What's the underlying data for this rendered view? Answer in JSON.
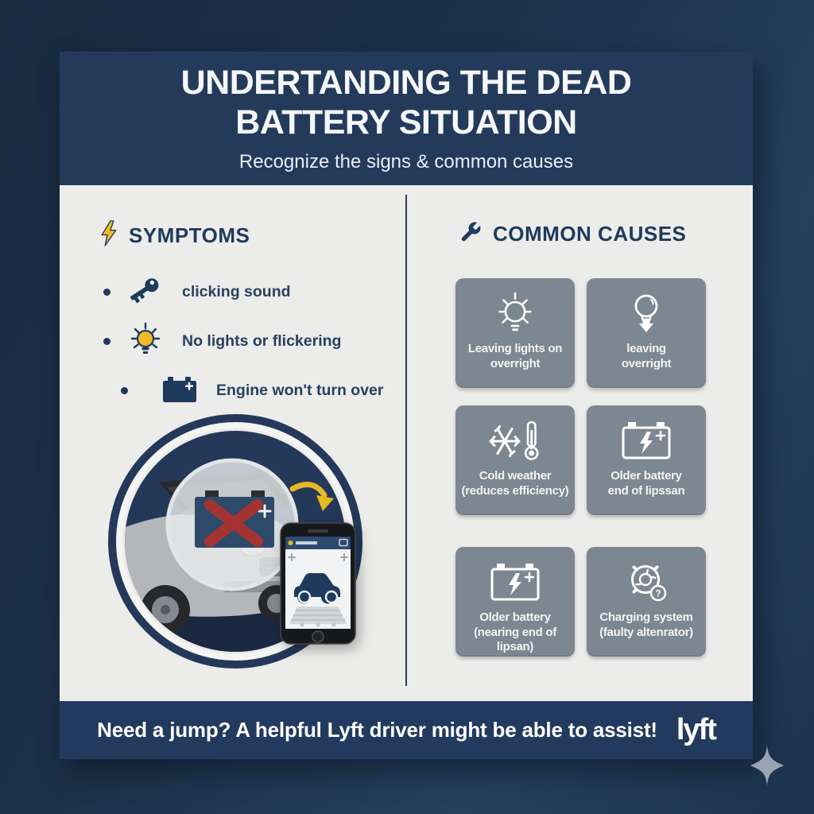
{
  "header": {
    "title_line1": "UNDERTANDING THE DEAD",
    "title_line2": "BATTERY SITUATION",
    "subtitle": "Recognize the signs & common causes"
  },
  "symptoms": {
    "heading": "SYMPTOMS",
    "heading_icon": "lightning-bolt-icon",
    "items": [
      {
        "icon": "car-key-icon",
        "label": "clicking sound"
      },
      {
        "icon": "lightbulb-icon",
        "label": "No lights or flickering"
      },
      {
        "icon": "car-battery-icon",
        "label": "Engine won't turn over"
      }
    ]
  },
  "causes": {
    "heading": "COMMON CAUSES",
    "heading_icon": "wrench-icon",
    "cards": [
      {
        "icon": "lightbulb-rays-icon",
        "label": "Leaving lights on\noverright"
      },
      {
        "icon": "lightbulb-off-icon",
        "label": "leaving\noverright"
      },
      {
        "icon": "snowflake-thermometer-icon",
        "label": "Cold weather\n(reduces efficiency)"
      },
      {
        "icon": "car-battery-bolt-icon",
        "label": "Older battery\nend of lipssan"
      },
      {
        "icon": "car-battery-bolt-icon",
        "label": "Older battery\n(nearing end of lipsan)"
      },
      {
        "icon": "alternator-question-icon",
        "label": "Charging system\n(faulty altenrator)"
      }
    ]
  },
  "footer": {
    "message": "Need a jump? A helpful Lyft driver might be able to assist!",
    "brand": "lyft"
  },
  "colors": {
    "background_navy": "#1c3049",
    "panel_navy": "#243a5b",
    "content_gray": "#ececea",
    "card_gray": "#7d8791",
    "navy_text": "#1e3a5c",
    "accent_yellow": "#f2bb25",
    "alert_red": "#b5312a",
    "sparkle_gray": "#98a4b0"
  }
}
